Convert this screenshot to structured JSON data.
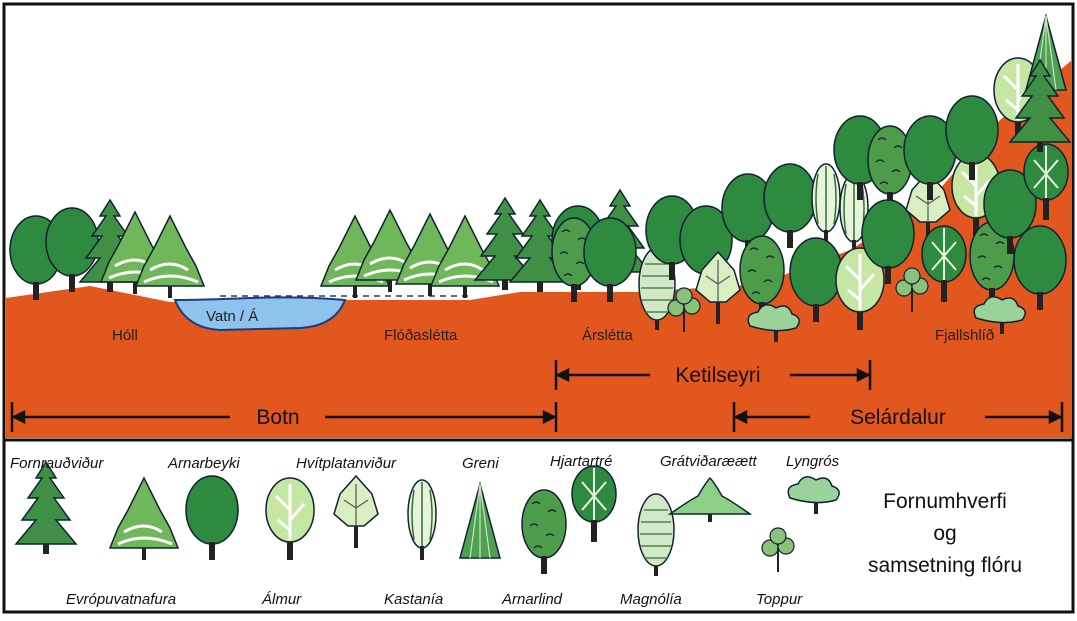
{
  "landscape": {
    "water": "Vatn / Á",
    "places": {
      "holl": "Hóll",
      "flodasletta": "Flóðaslétta",
      "arsletta": "Árslétta",
      "fjallshlid": "Fjallshlíð"
    },
    "ranges": {
      "botn": "Botn",
      "ketilseyri": "Ketilseyri",
      "selardalur": "Selárdalur"
    }
  },
  "legend": {
    "title_lines": [
      "Fornumhverfi",
      "og",
      "samsetning flóru"
    ],
    "species": {
      "fornraudvidur": "Fornrauðviður",
      "evropuvatnafura": "Evrópuvatnafura",
      "arnarbeyki": "Arnarbeyki",
      "almur": "Álmur",
      "hvitplatanvidur": "Hvítplatanviður",
      "kastania": "Kastanía",
      "greni": "Greni",
      "arnarlind": "Arnarlind",
      "hjartartre": "Hjartartré",
      "magnolia": "Magnólía",
      "gratvidaraett": "Grátviðaræætt",
      "lyngros": "Lyngrós",
      "toppur": "Toppur"
    }
  },
  "colors": {
    "soil": "#e2571e",
    "water": "#8dc3ec",
    "dark_green": "#2e7d3a",
    "mid_green": "#5aa84c",
    "light_green": "#d6ecc0"
  }
}
